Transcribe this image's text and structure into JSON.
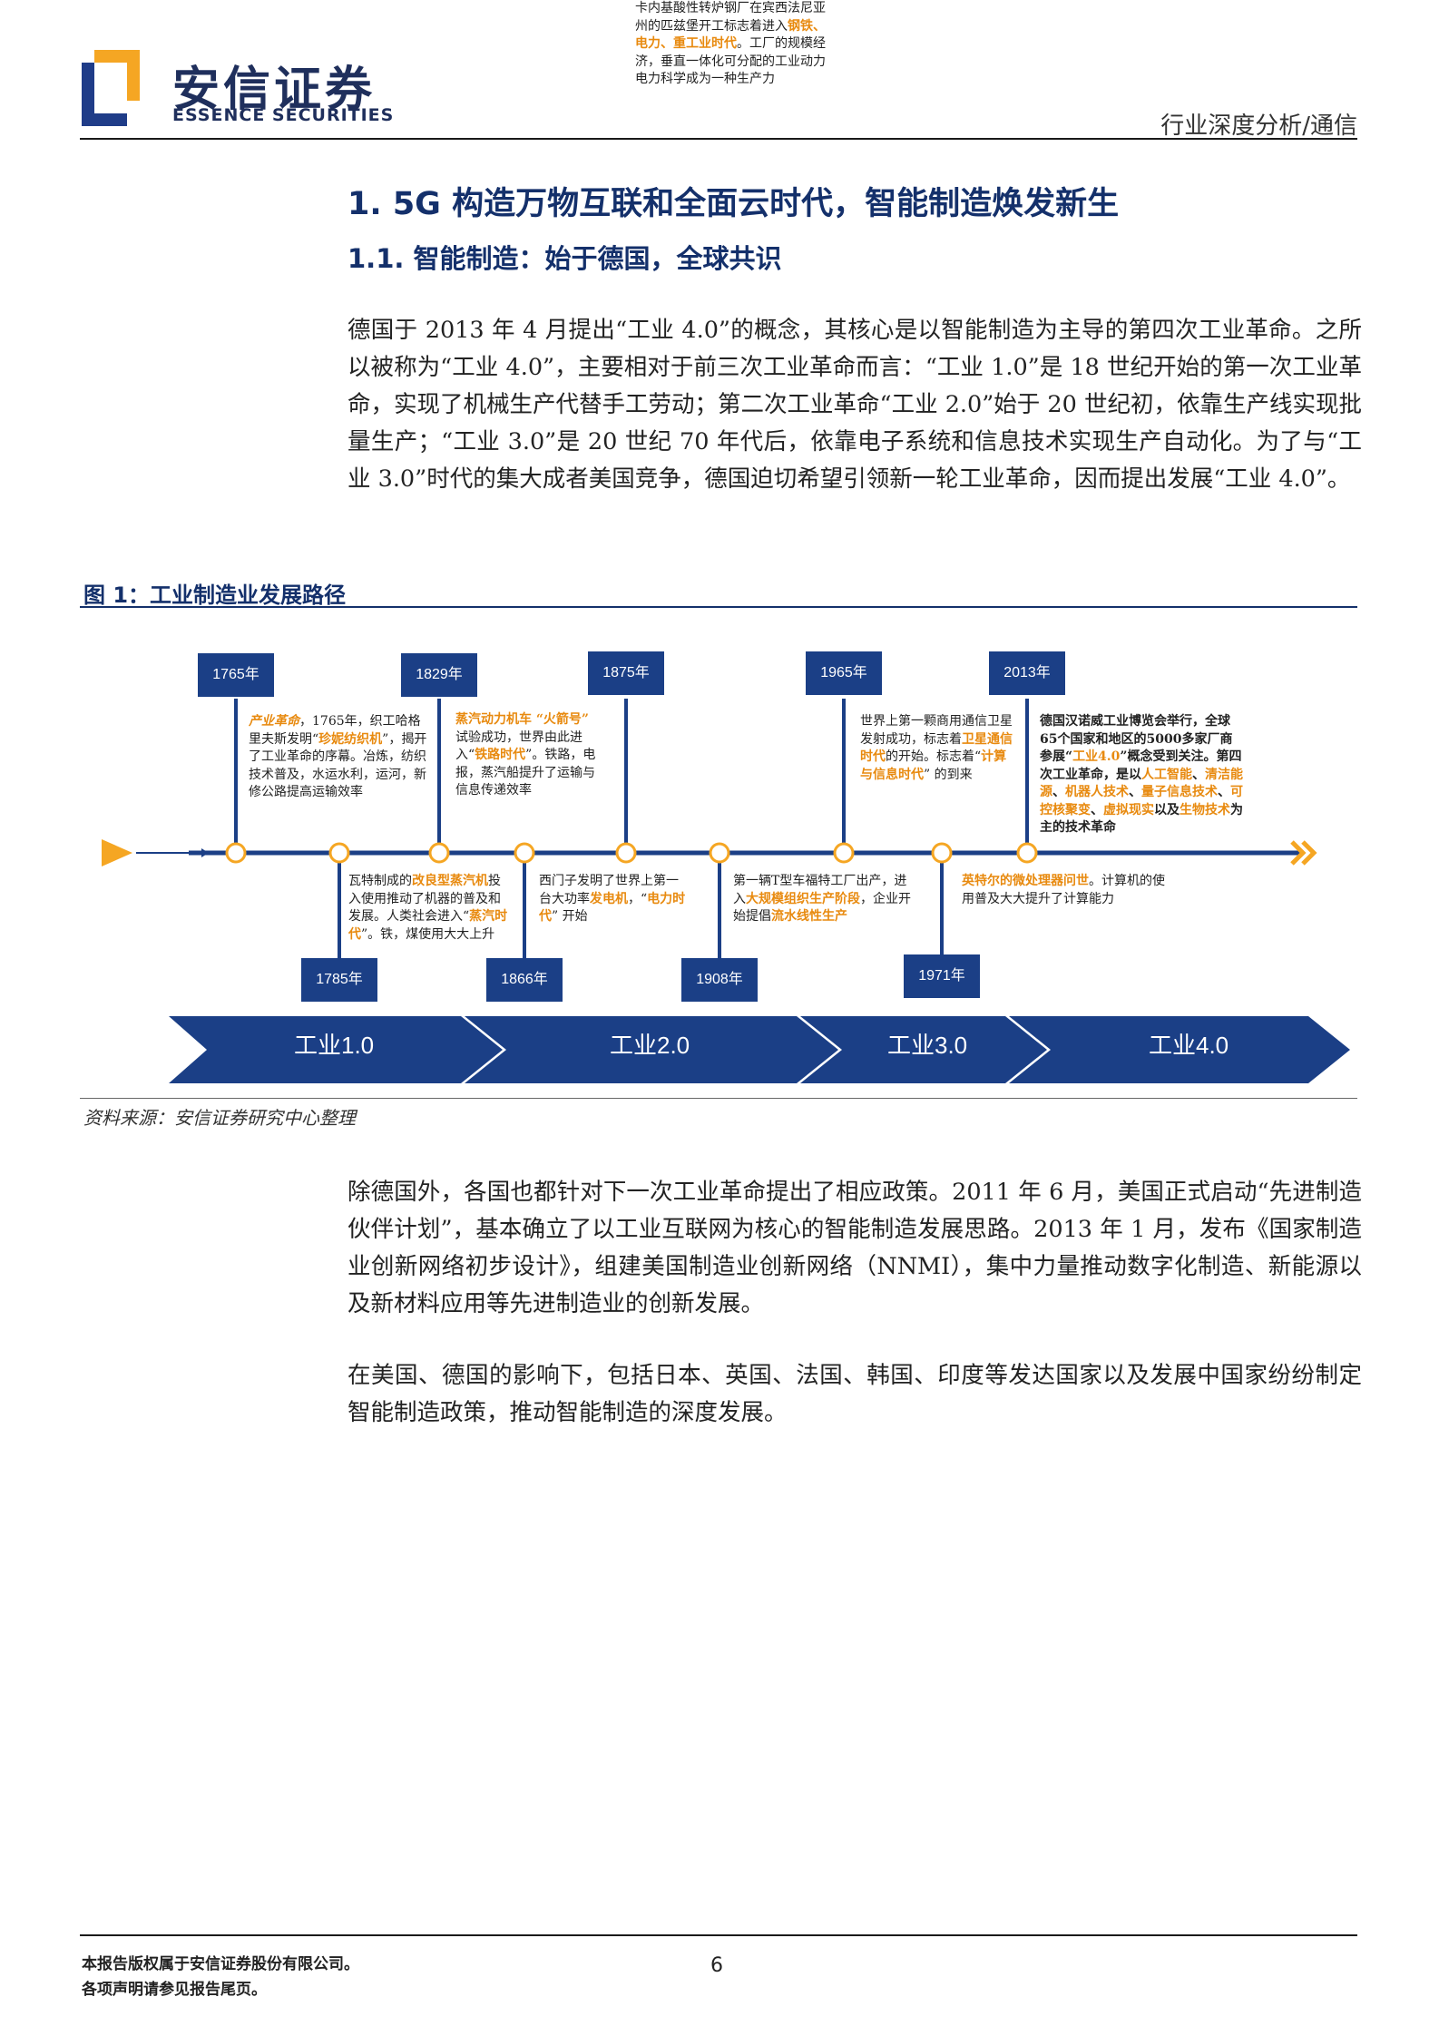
{
  "header": {
    "logo_cn": "安信证券",
    "logo_en": "ESSENCE SECURITIES",
    "category": "行业深度分析/通信"
  },
  "section": {
    "h1": "1. 5G 构造万物互联和全面云时代，智能制造焕发新生",
    "h2": "1.1. 智能制造：始于德国，全球共识"
  },
  "paragraphs": [
    "德国于 2013 年 4 月提出“工业 4.0”的概念，其核心是以智能制造为主导的第四次工业革命。之所以被称为“工业 4.0”，主要相对于前三次工业革命而言：“工业 1.0”是 18 世纪开始的第一次工业革命，实现了机械生产代替手工劳动；第二次工业革命“工业 2.0”始于 20 世纪初，依靠生产线实现批量生产；“工业 3.0”是 20 世纪 70 年代后，依靠电子系统和信息技术实现生产自动化。为了与“工业 3.0”时代的集大成者美国竞争，德国迫切希望引领新一轮工业革命，因而提出发展“工业 4.0”。",
    "除德国外，各国也都针对下一次工业革命提出了相应政策。2011 年 6 月，美国正式启动“先进制造伙伴计划”，基本确立了以工业互联网为核心的智能制造发展思路。2013 年 1 月，发布《国家制造业创新网络初步设计》，组建美国制造业创新网络（NNMI），集中力量推动数字化制造、新能源以及新材料应用等先进制造业的创新发展。",
    "在美国、德国的影响下，包括日本、英国、法国、韩国、印度等发达国家以及发展中国家纷纷制定智能制造政策，推动智能制造的深度发展。"
  ],
  "figure": {
    "title": "图 1：工业制造业发展路径",
    "source": "资料来源：安信证券研究中心整理",
    "years_top": [
      "1765年",
      "1829年",
      "1875年",
      "1965年",
      "2013年"
    ],
    "years_bottom": [
      "1785年",
      "1866年",
      "1908年",
      "1971年"
    ],
    "stages": [
      "工业1.0",
      "工业2.0",
      "工业3.0",
      "工业4.0"
    ],
    "notes": {
      "n1765": {
        "a": "产业革命",
        "b": "，1765年，织工哈格里夫斯发明“",
        "c": "珍妮纺织机",
        "d": "”，揭开了工业革命的序幕。冶炼，纺织技术普及，水运水利，运河，新修公路提高运输效率"
      },
      "n1829": {
        "a": "蒸汽动力机车 “火箭号”",
        "b": " 试验成功，世界由此进入“",
        "c": "铁路时代",
        "d": "”。铁路，电报，蒸汽船提升了运输与信息传递效率"
      },
      "n1875": {
        "a": "卡内基酸性转炉钢厂在宾西法尼亚州的匹兹堡开工标志着进入",
        "b": "钢铁、电力、重工业时代",
        "c": "。工厂的规模经济，垂直一体化可分配的工业动力电力科学成为一种生产力"
      },
      "n1965": {
        "a": "世界上第一颗商用通信卫星发射成功，标志着",
        "b": "卫星通信时代",
        "c": "的开始。标志着“",
        "d": "计算与信息时代",
        "e": "” 的到来"
      },
      "n2013": {
        "a": "德国汉诺威工业博览会举行，全球65个国家和地区的5000多家厂商参展“",
        "b": "工业4.0",
        "c": "”概念受到关注。第四次工业革命，是以",
        "d": "人工智能",
        "e": "、",
        "f": "清洁能源",
        "g": "、",
        "h": "机器人技术",
        "i": "、",
        "j": "量子信息技术",
        "k": "、",
        "l": "可控核聚变",
        "m": "、",
        "n": "虚拟现实",
        "o": "以及",
        "p": "生物技术",
        "q": "为主的技术革命"
      },
      "n1785": {
        "a": "瓦特制成的",
        "b": "改良型蒸汽机",
        "c": "投入使用推动了机器的普及和发展。人类社会进入“",
        "d": "蒸汽时代",
        "e": "”。铁，煤使用大大上升"
      },
      "n1866": {
        "a": "西门子发明了世界上第一台大功率",
        "b": "发电机",
        "c": "，“",
        "d": "电力时代",
        "e": "” 开始"
      },
      "n1908": {
        "a": "第一辆T型车福特工厂出产，进入",
        "b": "大规模组织生产阶段",
        "c": "，企业开始提倡",
        "d": "流水线性生产"
      },
      "n1971": {
        "a": "英特尔的微处理器问世",
        "b": "。计算机的使用普及大大提升了计算能力"
      }
    }
  },
  "footer": {
    "line1": "本报告版权属于安信证券股份有限公司。",
    "line2": "各项声明请参见报告尾页。",
    "page": "6"
  },
  "colors": {
    "brand_navy": "#1f2f5c",
    "heading_blue": "#14306b",
    "timeline_blue": "#1b3f86",
    "accent_orange": "#f5a623"
  }
}
